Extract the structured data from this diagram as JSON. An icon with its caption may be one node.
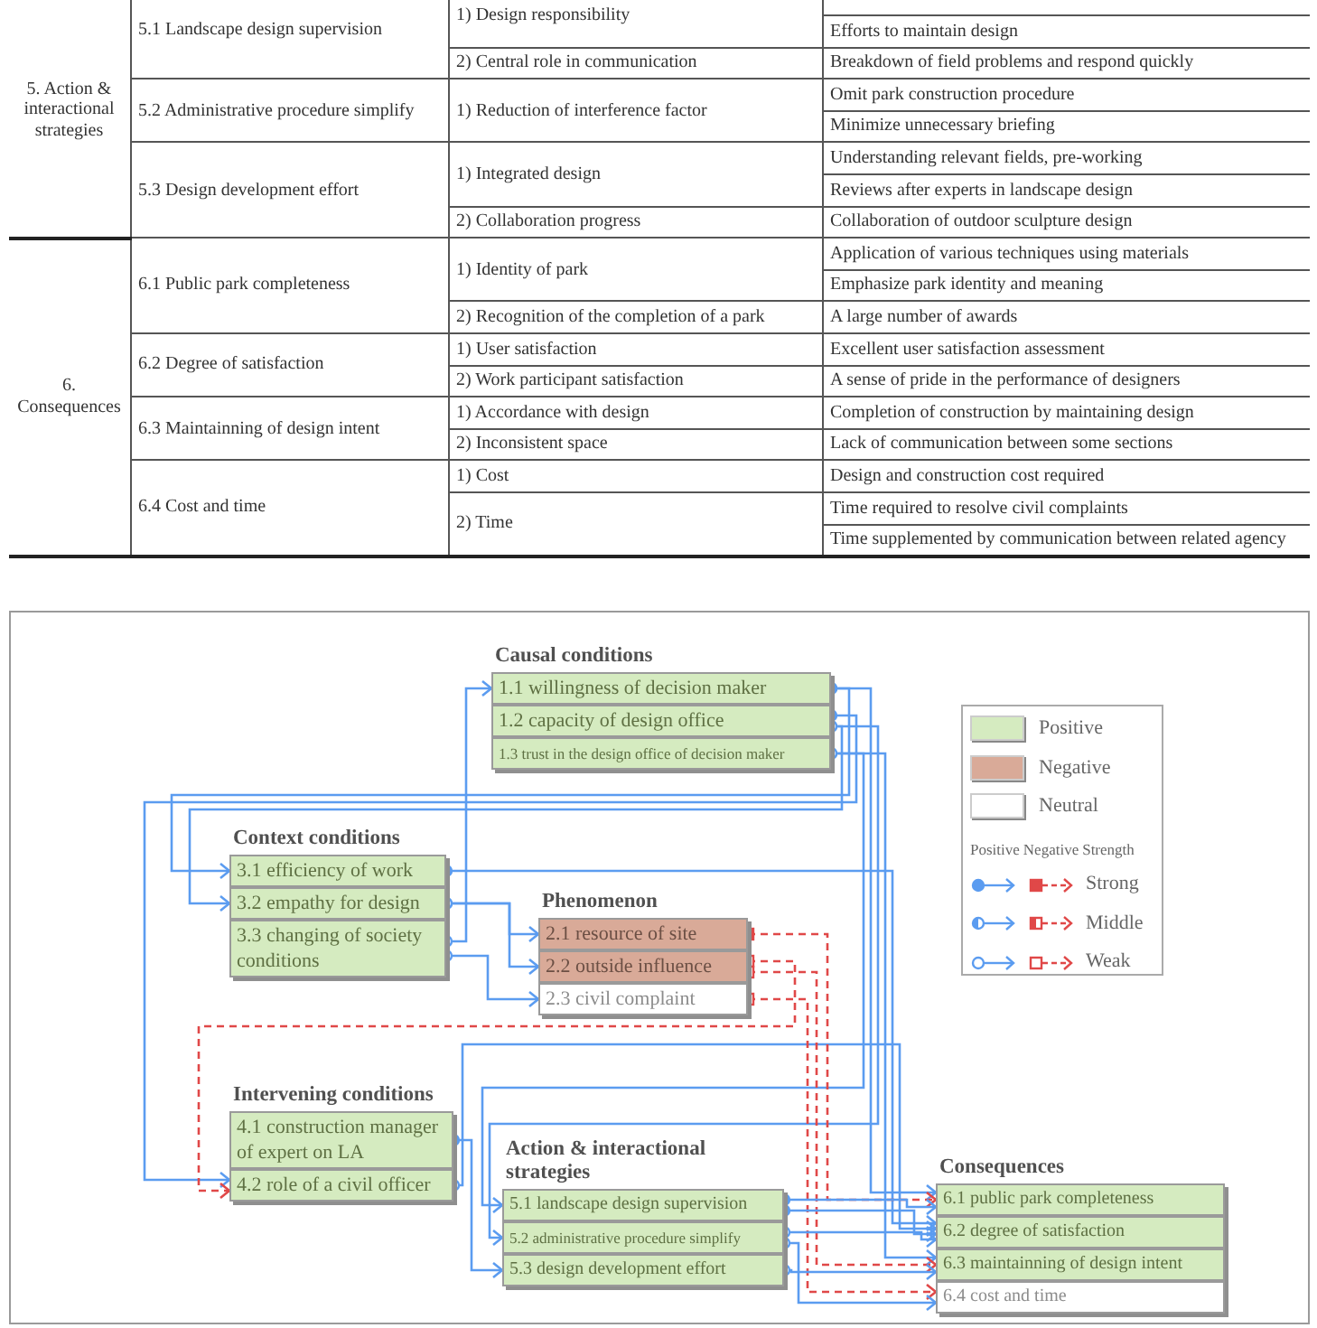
{
  "diagram": {
    "nodes": [
      {
        "text": [
          "Causal conditions"
        ]
      },
      {
        "text": [
          "1.1 willingness of decision maker"
        ],
        "in": 0
      },
      {
        "text": [
          "1.2 capacity of design office"
        ],
        "in": 0
      },
      {
        "text": [
          "1.3 trust in the design office of decision maker"
        ],
        "in": 0
      },
      {
        "text": [
          "Context conditions"
        ]
      },
      {
        "text": [
          "3.1 efficiency of work"
        ],
        "in": 4
      },
      {
        "text": [
          "3.2 empathy for design"
        ],
        "in": 4
      },
      {
        "text": [
          "3.3 changing of society conditions"
        ],
        "in": 4
      },
      {
        "text": [
          "Phenomenon"
        ]
      },
      {
        "text": [
          "2.1 resource of site"
        ],
        "in": 8
      },
      {
        "text": [
          "2.2 outside influence"
        ],
        "in": 8
      },
      {
        "text": [
          "2.3 civil complaint"
        ],
        "in": 8
      },
      {
        "text": [
          "Intervening conditions"
        ]
      },
      {
        "text": [
          "4.1 construction manager of expert on LA"
        ],
        "in": 12
      },
      {
        "text": [
          "4.2 role of a civil officer"
        ],
        "in": 12
      },
      {
        "text": [
          "Action & interactional strategies"
        ]
      },
      {
        "text": [
          "5.1 landscape design supervision"
        ],
        "in": 15
      },
      {
        "text": [
          "5.2 administrative procedure simplify"
        ],
        "in": 15
      },
      {
        "text": [
          "5.3 design development effort"
        ],
        "in": 15
      },
      {
        "text": [
          "Consequences"
        ]
      },
      {
        "text": [
          "6.1 public park completeness"
        ],
        "in": 19
      },
      {
        "text": [
          "6.2 degree of satisfaction"
        ],
        "in": 19
      },
      {
        "text": [
          "6.3 maintainning of design intent"
        ],
        "in": 19
      },
      {
        "text": [
          "6.4 cost and time"
        ],
        "in": 19
      }
    ],
    "edges": [
      {
        "from": 1,
        "to": 20,
        "arrow": "to"
      },
      {
        "from": 1,
        "to": 5,
        "arrow": "to"
      },
      {
        "from": 2,
        "to": 14,
        "arrow": "to"
      },
      {
        "from": 2,
        "to": 6,
        "arrow": "to"
      },
      {
        "from": 3,
        "to": 16,
        "arrow": "to"
      },
      {
        "from": 2,
        "to": 17,
        "arrow": "to"
      },
      {
        "from": 3,
        "to": 22,
        "arrow": "to"
      },
      {
        "from": 5,
        "to": 21,
        "arrow": "to"
      },
      {
        "from": 6,
        "to": 9,
        "arrow": "to"
      },
      {
        "from": 6,
        "to": 10,
        "arrow": "to"
      },
      {
        "from": 7,
        "to": 1,
        "arrow": "to"
      },
      {
        "from": 7,
        "to": 11,
        "arrow": "to"
      },
      {
        "from": 13,
        "to": 18,
        "arrow": "to"
      },
      {
        "from": 14,
        "to": 21,
        "arrow": "to"
      },
      {
        "from": 9,
        "to": 20,
        "arrow": "to",
        "style": "dashed",
        "color": "#e04848"
      },
      {
        "from": 10,
        "to": 14,
        "arrow": "to",
        "style": "dashed",
        "color": "#e04848"
      },
      {
        "from": 10,
        "to": 22,
        "arrow": "to",
        "style": "dashed",
        "color": "#e04848"
      },
      {
        "from": 11,
        "to": 23,
        "arrow": "to",
        "style": "dashed",
        "color": "#e04848"
      },
      {
        "from": 16,
        "to": 20,
        "arrow": "to"
      },
      {
        "from": 16,
        "to": 21,
        "arrow": "to"
      },
      {
        "from": 17,
        "to": 21,
        "arrow": "to"
      },
      {
        "from": 17,
        "to": 23,
        "arrow": "to"
      },
      {
        "from": 18,
        "to": 22,
        "arrow": "to"
      }
    ],
    "labels": [
      "5. Action & interactional strategies",
      "5.1 Landscape design supervision",
      "1) Design responsibility",
      "Efforts to maintain design",
      "2) Central role in communication",
      "Breakdown of field problems and respond quickly",
      "5.2 Administrative procedure simplify",
      "1) Reduction of interference factor",
      "Omit park construction procedure",
      "Minimize unnecessary briefing",
      "5.3 Design development effort",
      "1) Integrated design",
      "Understanding relevant fields, pre-working",
      "Reviews after experts in landscape design",
      "2) Collaboration progress",
      "Collaboration of outdoor sculpture design",
      "6. Consequences",
      "6.1 Public park completeness",
      "1) Identity of park",
      "Application of various techniques using materials",
      "Emphasize park identity and meaning",
      "2) Recognition of the completion of a park",
      "A large number of awards",
      "6.2 Degree of satisfaction",
      "1) User satisfaction",
      "Excellent user satisfaction assessment",
      "2) Work participant satisfaction",
      "A sense of pride in the performance of designers",
      "6.3 Maintainning of design intent",
      "1) Accordance with design",
      "Completion of construction by maintaining design",
      "2) Inconsistent space",
      "Lack of communication between some sections",
      "6.4 Cost and time",
      "1) Cost",
      "Design and construction cost required",
      "2) Time",
      "Time required to resolve civil complaints",
      "Time supplemented by communication between related agency",
      "Positive",
      "Negative",
      "Strength"
    ],
    "legend": [
      {
        "text": "Positive",
        "color": "#d5ebc0"
      },
      {
        "text": "Negative",
        "color": "#d9aa98"
      },
      {
        "text": "Neutral",
        "color": "#ffffff"
      },
      {
        "text": "Strong"
      },
      {
        "text": "Middle"
      },
      {
        "text": "Weak"
      }
    ]
  }
}
